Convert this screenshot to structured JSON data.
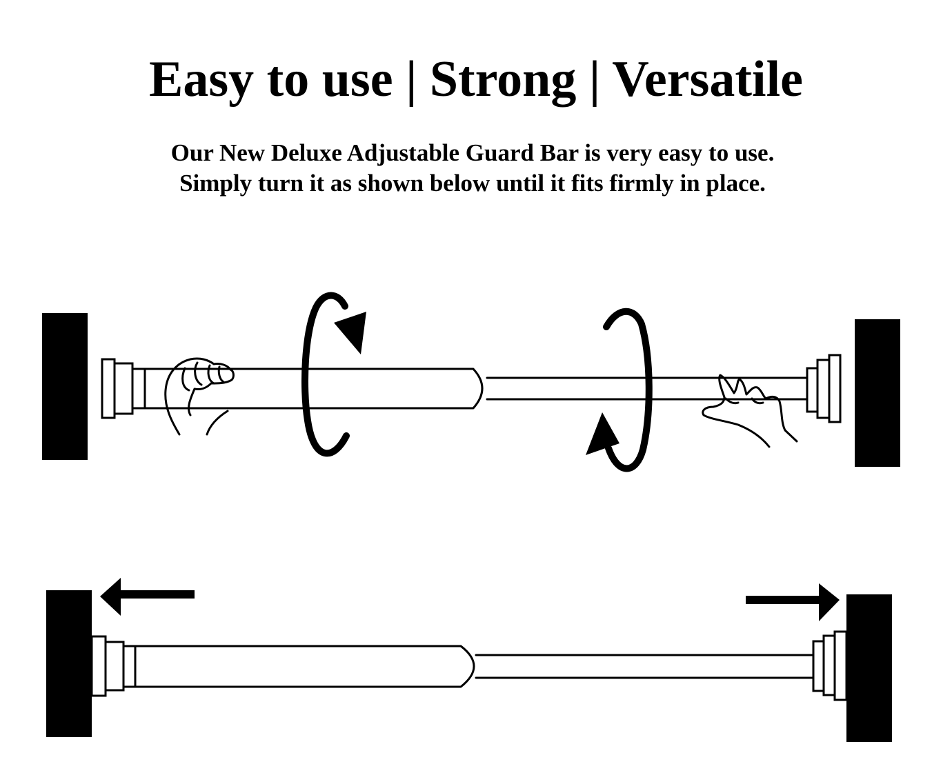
{
  "header": {
    "headline": "Easy to use | Strong | Versatile",
    "description_line_1": "Our New Deluxe Adjustable Guard Bar is very easy to use.",
    "description_line_2": "Simply turn it as shown below until it fits firmly in place."
  },
  "diagram": {
    "colors": {
      "ink": "#000000",
      "background": "#ffffff"
    },
    "icons": {
      "wall_block": "wall-block-icon",
      "hand": "hand-icon",
      "rotate_arrow": "rotate-arrow-icon",
      "direction_arrow": "direction-arrow-icon"
    }
  }
}
